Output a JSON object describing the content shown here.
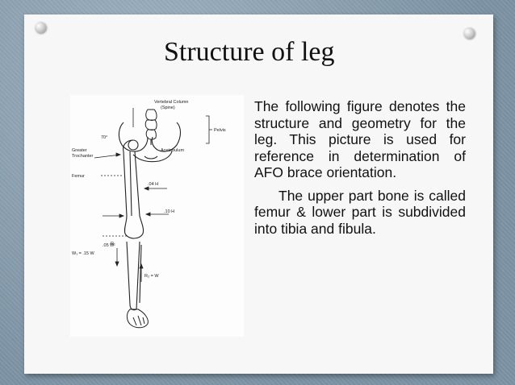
{
  "slide": {
    "title": "Structure of leg",
    "paragraphs": [
      "The following figure denotes the structure and geometry for the leg. This picture is used for reference in determination of AFO brace orientation.",
      "The upper part bone is called femur & lower part is subdivided into tibia and fibula."
    ]
  },
  "figure": {
    "labels": {
      "vertebral_column": "Vertebral Column",
      "spine": "(Spine)",
      "pelvis": "Pelvis",
      "angle": "70°",
      "greater_trochanter_1": "Greater",
      "greater_trochanter_2": "Trochanter",
      "acetabulum": "Acetabulum",
      "femur": "Femur",
      "force_04": ".04 H",
      "force_10": ".10 H",
      "force_05": ".05 W",
      "weight": "W₁ = .15 W",
      "r2": "R₂ = W",
      "r1": "R₁"
    }
  }
}
